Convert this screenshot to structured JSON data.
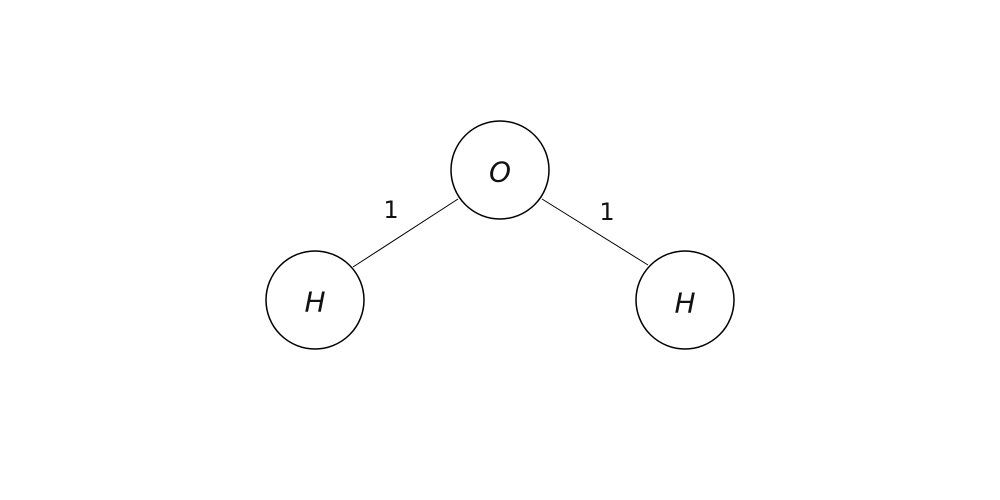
{
  "atoms": [
    {
      "id": "o",
      "symbol": "O"
    },
    {
      "id": "h_left",
      "symbol": "H"
    },
    {
      "id": "h_right",
      "symbol": "H"
    }
  ],
  "bonds": [
    {
      "from": "o",
      "to": "h_left",
      "order": "1"
    },
    {
      "from": "o",
      "to": "h_right",
      "order": "1"
    }
  ],
  "colors": {
    "stroke": "#000000",
    "fill": "#ffffff",
    "text": "#111111"
  }
}
